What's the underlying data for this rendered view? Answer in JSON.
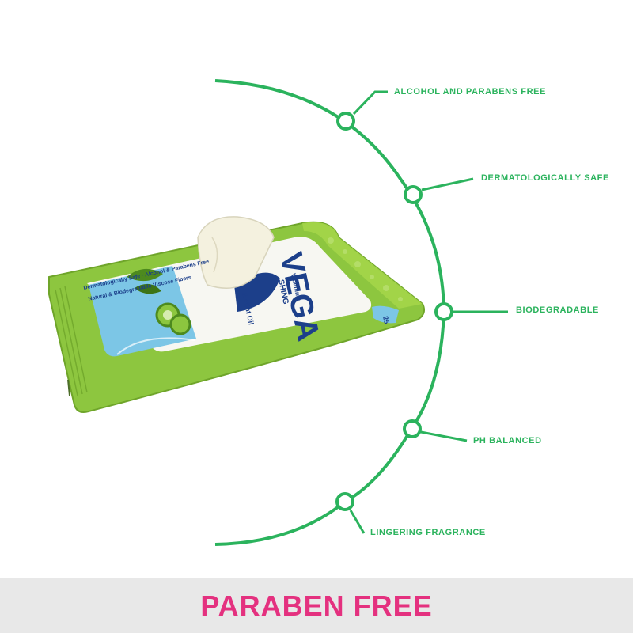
{
  "colors": {
    "accent_green": "#2bb35d",
    "footer_pink": "#e4317f",
    "footer_bg": "#e8e8e8",
    "pack_green": "#8dc63f",
    "pack_light_green": "#a6d64a",
    "pack_blue": "#7cc6e6"
  },
  "features": [
    {
      "label": "ALCOHOL AND PARABENS FREE",
      "icon": "node-circle-icon"
    },
    {
      "label": "DERMATOLOGICALLY SAFE",
      "icon": "node-circle-icon"
    },
    {
      "label": "BIODEGRADABLE",
      "icon": "node-circle-icon"
    },
    {
      "label": "PH BALANCED",
      "icon": "node-circle-icon"
    },
    {
      "label": "LINGERING FRAGRANCE",
      "icon": "node-circle-icon"
    }
  ],
  "product": {
    "brand": "VEGA",
    "line1": "Dermatologically Safe · Alcohol & Parabens Free",
    "line2": "Natural & Biodegradable Viscose Fibers",
    "sub1": "Vitamin E",
    "sub2": "SHING",
    "sub3": "& Mint Oil",
    "count": "25"
  },
  "footer": {
    "title": "PARABEN FREE"
  }
}
